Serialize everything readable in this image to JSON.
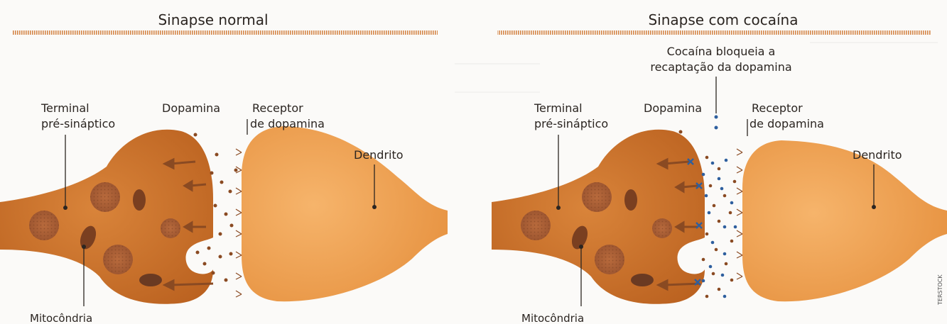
{
  "colors": {
    "terminal": "#c9722a",
    "dendrite": "#eea253",
    "title_rule": "#d4874a",
    "dopamine_dot": "#8a4a22",
    "cocaine_dot": "#2e5f9e",
    "arrow": "#8a4a22",
    "block_mark": "#2e5f9e"
  },
  "panels": [
    {
      "title": "Sinapse normal",
      "labels": {
        "terminal": [
          "Terminal",
          "pré-sináptico"
        ],
        "dopamine": "Dopamina",
        "receptor": [
          "Receptor",
          "de dopamina"
        ],
        "dendrite": "Dendrito",
        "mitochondria": "Mitocôndria"
      }
    },
    {
      "title": "Sinapse com cocaína",
      "labels": {
        "terminal": [
          "Terminal",
          "pré-sináptico"
        ],
        "dopamine": "Dopamina",
        "receptor": [
          "Receptor",
          "de dopamina"
        ],
        "dendrite": "Dendrito",
        "mitochondria": "Mitocôndria",
        "cocaine": [
          "Cocaína bloqueia a",
          "recaptação da dopamina"
        ]
      }
    }
  ],
  "watermark": "TERSTOCK"
}
